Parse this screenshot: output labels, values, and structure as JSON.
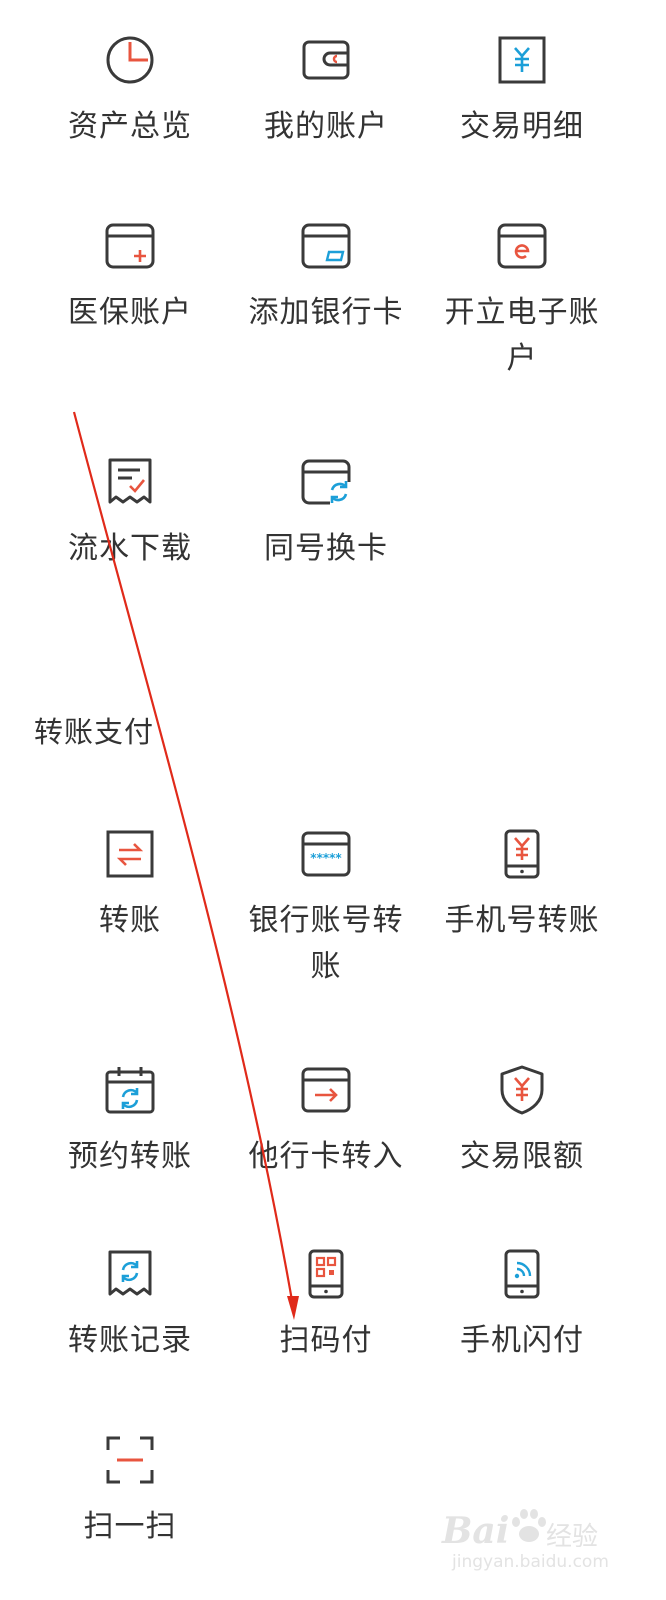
{
  "colors": {
    "icon_stroke": "#3a3a3a",
    "accent_red": "#e8553f",
    "accent_blue": "#1c9fd8",
    "annotation_arrow": "#e02a1a",
    "watermark": "#e3e3e3"
  },
  "account": {
    "items": [
      {
        "label": "资产总览",
        "icon": "pie-clock-icon"
      },
      {
        "label": "我的账户",
        "icon": "wallet-icon"
      },
      {
        "label": "交易明细",
        "icon": "yuan-document-icon"
      },
      {
        "label": "医保账户",
        "icon": "medical-card-icon"
      },
      {
        "label": "添加银行卡",
        "icon": "add-card-icon"
      },
      {
        "label": "开立电子账户",
        "icon": "e-card-icon"
      },
      {
        "label": "流水下载",
        "icon": "receipt-check-icon"
      },
      {
        "label": "同号换卡",
        "icon": "card-swap-icon"
      }
    ]
  },
  "transfer_section": {
    "title": "转账支付",
    "items": [
      {
        "label": "转账",
        "icon": "transfer-arrows-icon"
      },
      {
        "label": "银行账号转账",
        "icon": "card-number-icon"
      },
      {
        "label": "手机号转账",
        "icon": "phone-yuan-icon"
      },
      {
        "label": "预约转账",
        "icon": "calendar-refresh-icon"
      },
      {
        "label": "他行卡转入",
        "icon": "card-arrow-in-icon"
      },
      {
        "label": "交易限额",
        "icon": "shield-yuan-icon"
      },
      {
        "label": "转账记录",
        "icon": "receipt-refresh-icon"
      },
      {
        "label": "扫码付",
        "icon": "phone-qr-icon"
      },
      {
        "label": "手机闪付",
        "icon": "phone-nfc-icon"
      },
      {
        "label": "扫一扫",
        "icon": "scan-icon"
      }
    ]
  },
  "watermark": {
    "brand": "Bai",
    "brand_cn": "经验",
    "url": "jingyan.baidu.com"
  }
}
